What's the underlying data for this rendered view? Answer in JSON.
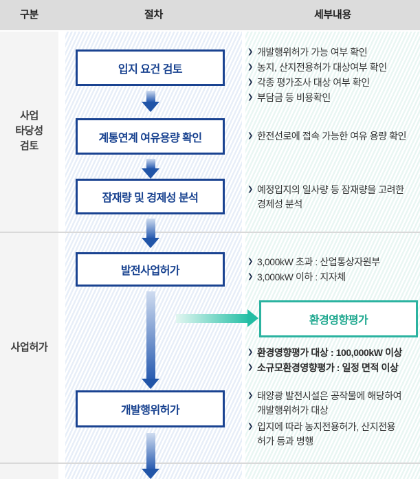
{
  "header": {
    "col_category": "구분",
    "col_procedure": "절차",
    "col_details": "세부내용"
  },
  "sections": {
    "feasibility": "사업\n타당성\n검토",
    "permit": "사업허가"
  },
  "flow": {
    "box1": "입지 요건 검토",
    "box2": "계통연계 여유용량 확인",
    "box3": "잠재량 및 경제성 분석",
    "box4": "발전사업허가",
    "box5": "개발행위허가",
    "env_box": "환경영향평가"
  },
  "details": {
    "g1": {
      "items": [
        "개발행위허가 가능 여부 확인",
        "농지, 산지전용허가 대상여부 확인",
        "각종 평가조사 대상 여부 확인",
        "부담금 등 비용확인"
      ]
    },
    "g2": {
      "items": [
        "한전선로에 접속 가능한 여유 용량 확인"
      ]
    },
    "g3": {
      "items": [
        "예정입지의 일사량 등 잠재량을 고려한\n경제성 분석"
      ]
    },
    "g4": {
      "items": [
        "3,000kW 초과 : 산업통상자원부",
        "3,000kW 이하 : 지자체"
      ]
    },
    "g5": {
      "items": [
        "환경영향평가 대상 : 100,000kW 이상",
        "소규모환경영향평가 : 일정 면적 이상"
      ]
    },
    "g6": {
      "items": [
        "태양광 발전시설은 공작물에 해당하여\n개발행위허가 대상",
        "입지에 따라 농지전용허가, 산지전용\n허가 등과 병행"
      ]
    }
  },
  "icons": {
    "bullet": "❯"
  },
  "colors": {
    "header_bg": "#dcdcdc",
    "label_col_bg": "#f4f4f4",
    "stripe_blue": "#e7eef8",
    "stripe_mint": "#e9f6f3",
    "navy_border": "#1a4391",
    "navy_text": "#17418f",
    "arrow_dark": "#2155a8",
    "teal_border": "#2bb3a0",
    "teal_text": "#1ca78e",
    "detail_text": "#333333"
  }
}
